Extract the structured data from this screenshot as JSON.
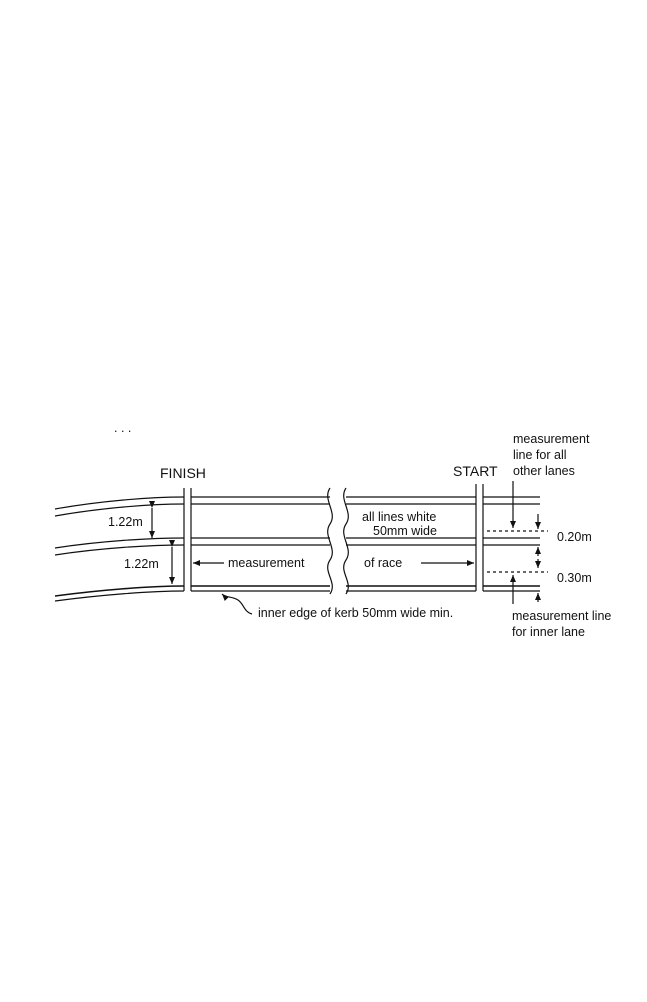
{
  "diagram": {
    "dots": ". .  .",
    "labels": {
      "finish": "FINISH",
      "start": "START",
      "lane_width_1": "1.22m",
      "lane_width_2": "1.22m",
      "measurement": "measurement",
      "of_race": "of race",
      "all_lines_white_1": "all lines white",
      "all_lines_white_2": "50mm wide",
      "measurement_line_all_1": "measurement",
      "measurement_line_all_2": "line for all",
      "measurement_line_all_3": "other lanes",
      "offset_020": "0.20m",
      "offset_030": "0.30m",
      "measurement_line_inner_1": "measurement line",
      "measurement_line_inner_2": "for inner lane",
      "kerb_note": "inner edge of kerb 50mm wide min."
    }
  }
}
